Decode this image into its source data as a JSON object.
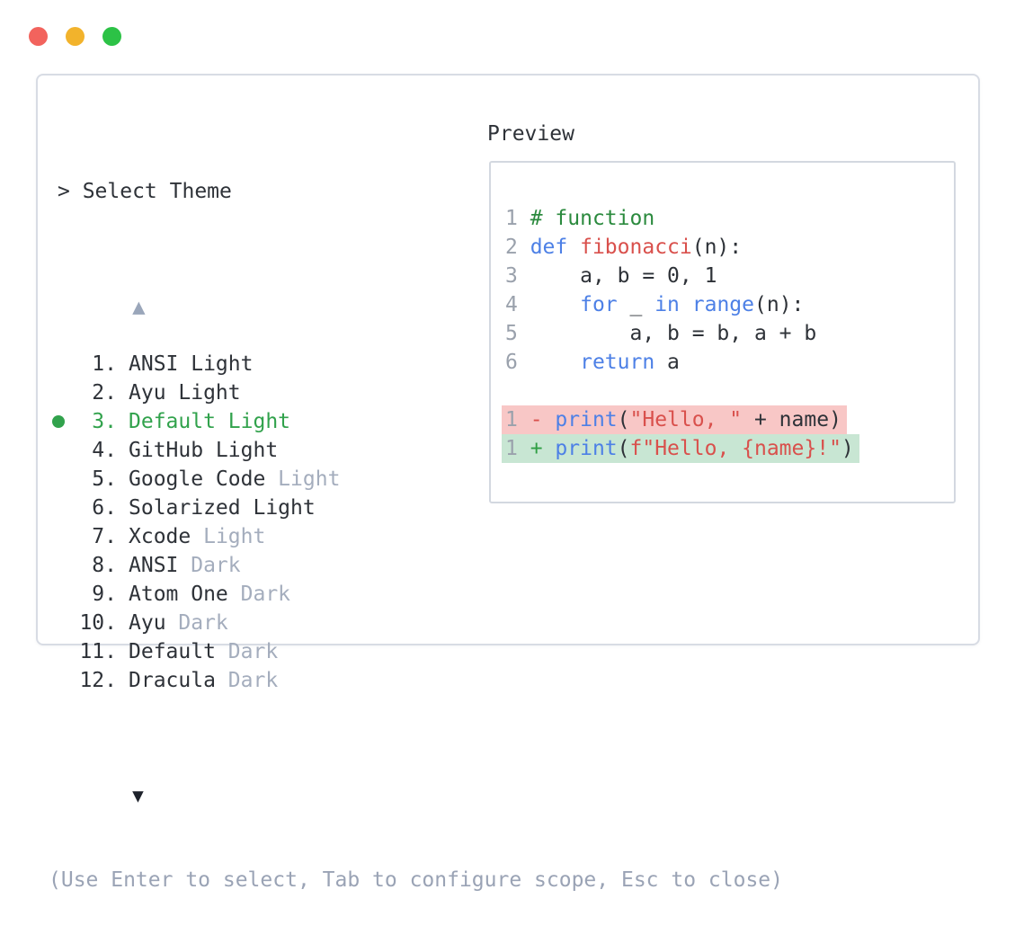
{
  "window": {
    "traffic_lights": [
      {
        "name": "close",
        "color": "#f2635d"
      },
      {
        "name": "minimize",
        "color": "#f2b32c"
      },
      {
        "name": "zoom",
        "color": "#2cc246"
      }
    ]
  },
  "theme_picker": {
    "prompt": "> Select Theme",
    "scroll_up_icon": "▲",
    "scroll_down_icon": "▼",
    "selected_index": 2,
    "items": [
      {
        "num": "1.",
        "name": "ANSI Light",
        "suffix": "",
        "selected": false
      },
      {
        "num": "2.",
        "name": "Ayu Light",
        "suffix": "",
        "selected": false
      },
      {
        "num": "3.",
        "name": "Default Light",
        "suffix": "",
        "selected": true
      },
      {
        "num": "4.",
        "name": "GitHub Light",
        "suffix": "",
        "selected": false
      },
      {
        "num": "5.",
        "name": "Google Code",
        "suffix": "Light",
        "selected": false
      },
      {
        "num": "6.",
        "name": "Solarized Light",
        "suffix": "",
        "selected": false
      },
      {
        "num": "7.",
        "name": "Xcode",
        "suffix": "Light",
        "selected": false
      },
      {
        "num": "8.",
        "name": "ANSI",
        "suffix": "Dark",
        "selected": false
      },
      {
        "num": "9.",
        "name": "Atom One",
        "suffix": "Dark",
        "selected": false
      },
      {
        "num": "10.",
        "name": "Ayu",
        "suffix": "Dark",
        "selected": false
      },
      {
        "num": "11.",
        "name": "Default",
        "suffix": "Dark",
        "selected": false
      },
      {
        "num": "12.",
        "name": "Dracula",
        "suffix": "Dark",
        "selected": false
      }
    ],
    "hint": "(Use Enter to select, Tab to configure scope, Esc to close)"
  },
  "preview": {
    "title": "Preview",
    "code_lines": [
      {
        "diff": null,
        "tokens": [
          [
            "1 ",
            "ln"
          ],
          [
            "# function",
            "cm"
          ]
        ]
      },
      {
        "diff": null,
        "tokens": [
          [
            "2 ",
            "ln"
          ],
          [
            "def",
            "kw"
          ],
          [
            " ",
            "pl"
          ],
          [
            "fibonacci",
            "fn"
          ],
          [
            "(n):",
            "pl"
          ]
        ]
      },
      {
        "diff": null,
        "tokens": [
          [
            "3 ",
            "ln"
          ],
          [
            "    a, b = 0, 1",
            "pl"
          ]
        ]
      },
      {
        "diff": null,
        "tokens": [
          [
            "4 ",
            "ln"
          ],
          [
            "    ",
            "pl"
          ],
          [
            "for",
            "kw"
          ],
          [
            " _ ",
            "pl"
          ],
          [
            "in",
            "kw"
          ],
          [
            " ",
            "pl"
          ],
          [
            "range",
            "kw"
          ],
          [
            "(n):",
            "pl"
          ]
        ]
      },
      {
        "diff": null,
        "tokens": [
          [
            "5 ",
            "ln"
          ],
          [
            "        a, b = b, a + b",
            "pl"
          ]
        ]
      },
      {
        "diff": null,
        "tokens": [
          [
            "6 ",
            "ln"
          ],
          [
            "    ",
            "pl"
          ],
          [
            "return",
            "kw"
          ],
          [
            " a",
            "pl"
          ]
        ]
      },
      {
        "diff": null,
        "tokens": []
      },
      {
        "diff": "del",
        "tokens": [
          [
            "1 ",
            "ln"
          ],
          [
            "- ",
            "del"
          ],
          [
            "print",
            "kw"
          ],
          [
            "(",
            "pl"
          ],
          [
            "\"Hello, \"",
            "str"
          ],
          [
            " + name)",
            "pl"
          ]
        ]
      },
      {
        "diff": "add",
        "tokens": [
          [
            "1 ",
            "ln"
          ],
          [
            "+ ",
            "add"
          ],
          [
            "print",
            "kw"
          ],
          [
            "(",
            "pl"
          ],
          [
            "f\"Hello, {name}!\"",
            "str"
          ],
          [
            ")",
            "pl"
          ]
        ]
      }
    ]
  },
  "colors": {
    "selection_green": "#31a24c",
    "comment_green": "#2b8a3e",
    "keyword_blue": "#4d80e6",
    "string_red": "#d9504c",
    "diff_removed_bg": "#f8c7c6",
    "diff_added_bg": "#c8e6d3",
    "muted_text": "#a4adbd",
    "hint_text": "#9aa3b5",
    "panel_border": "#d8dce4"
  }
}
